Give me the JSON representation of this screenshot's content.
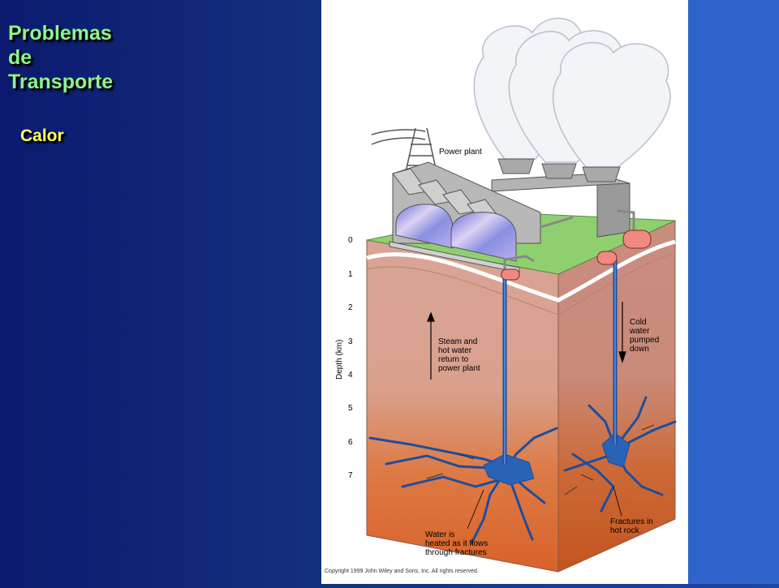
{
  "slide": {
    "title": "Problemas\nde\nTransporte",
    "subtitle": "Calor"
  },
  "diagram": {
    "labels": {
      "power_plant": "Power plant",
      "steam_return": [
        "Steam and",
        "hot water",
        "return to",
        "power plant"
      ],
      "cold_water": [
        "Cold",
        "water",
        "pumped",
        "down"
      ],
      "water_heated": [
        "Water is",
        "heated as it flows",
        "through fractures"
      ],
      "fractures": [
        "Fractures in",
        "hot rock"
      ],
      "depth_axis": "Depth (km)",
      "copyright": "Copyright 1999 John Wiley and Sons, Inc. All rights reserved."
    },
    "depth_ticks": [
      "0",
      "1",
      "2",
      "3",
      "4",
      "5",
      "6",
      "7"
    ]
  },
  "colors": {
    "title_green": "#8ef58c",
    "subtitle_yellow": "#ffff66",
    "ground_green": "#8fcf6f",
    "rock_pink": "#d9a497",
    "rock_hot": "#d9622a",
    "pipe_blue": "#2a62b5"
  }
}
